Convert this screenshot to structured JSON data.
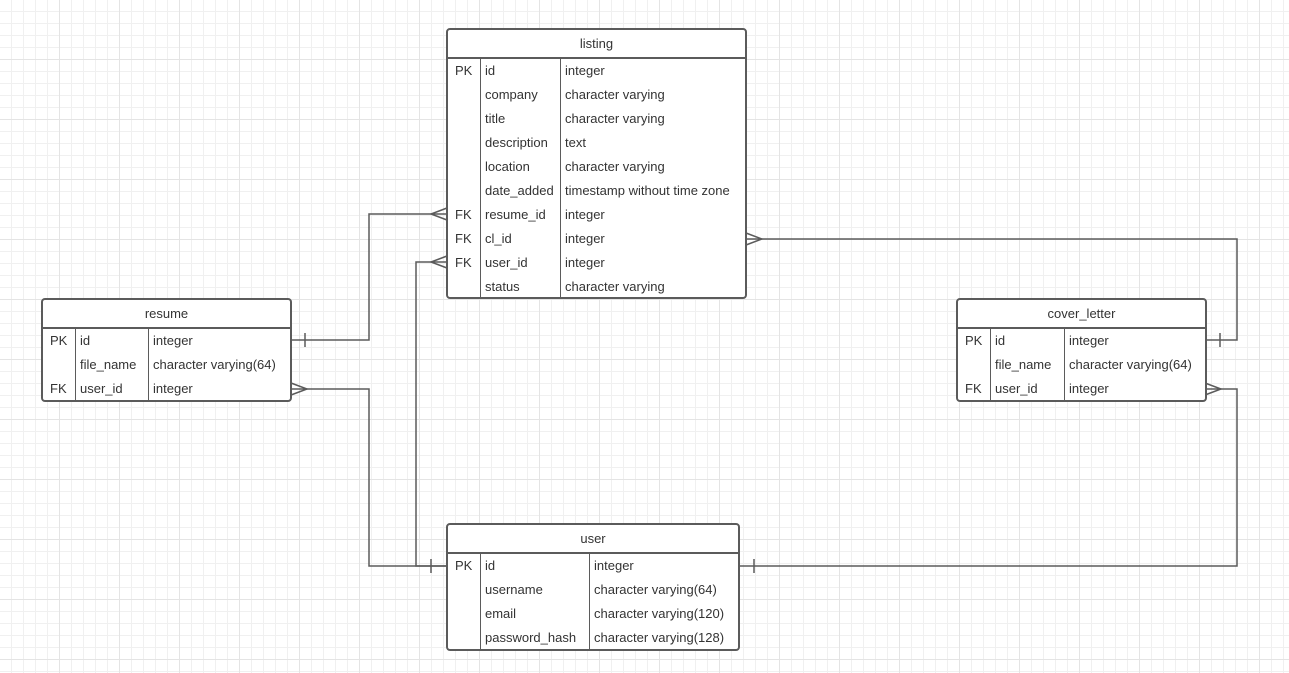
{
  "entities": {
    "listing": {
      "name": "listing",
      "rows": [
        {
          "key": "PK",
          "field": "id",
          "type": "integer"
        },
        {
          "key": "",
          "field": "company",
          "type": "character varying"
        },
        {
          "key": "",
          "field": "title",
          "type": "character varying"
        },
        {
          "key": "",
          "field": "description",
          "type": "text"
        },
        {
          "key": "",
          "field": "location",
          "type": "character varying"
        },
        {
          "key": "",
          "field": "date_added",
          "type": "timestamp without time zone"
        },
        {
          "key": "FK",
          "field": "resume_id",
          "type": "integer"
        },
        {
          "key": "FK",
          "field": "cl_id",
          "type": "integer"
        },
        {
          "key": "FK",
          "field": "user_id",
          "type": "integer"
        },
        {
          "key": "",
          "field": "status",
          "type": "character varying"
        }
      ]
    },
    "resume": {
      "name": "resume",
      "rows": [
        {
          "key": "PK",
          "field": "id",
          "type": "integer"
        },
        {
          "key": "",
          "field": "file_name",
          "type": "character varying(64)"
        },
        {
          "key": "FK",
          "field": "user_id",
          "type": "integer"
        }
      ]
    },
    "cover_letter": {
      "name": "cover_letter",
      "rows": [
        {
          "key": "PK",
          "field": "id",
          "type": "integer"
        },
        {
          "key": "",
          "field": "file_name",
          "type": "character varying(64)"
        },
        {
          "key": "FK",
          "field": "user_id",
          "type": "integer"
        }
      ]
    },
    "user": {
      "name": "user",
      "rows": [
        {
          "key": "PK",
          "field": "id",
          "type": "integer"
        },
        {
          "key": "",
          "field": "username",
          "type": "character varying(64)"
        },
        {
          "key": "",
          "field": "email",
          "type": "character varying(120)"
        },
        {
          "key": "",
          "field": "password_hash",
          "type": "character varying(128)"
        }
      ]
    }
  },
  "relationships": [
    {
      "from": "resume.id",
      "to": "listing.resume_id",
      "cardinality": "one-to-many"
    },
    {
      "from": "cover_letter.id",
      "to": "listing.cl_id",
      "cardinality": "one-to-many"
    },
    {
      "from": "user.id",
      "to": "listing.user_id",
      "cardinality": "one-to-many"
    },
    {
      "from": "user.id",
      "to": "resume.user_id",
      "cardinality": "one-to-many"
    },
    {
      "from": "user.id",
      "to": "cover_letter.user_id",
      "cardinality": "one-to-many"
    }
  ],
  "colors": {
    "line": "#5b5b5b",
    "grid": "#e4e4e4",
    "text": "#333333"
  }
}
